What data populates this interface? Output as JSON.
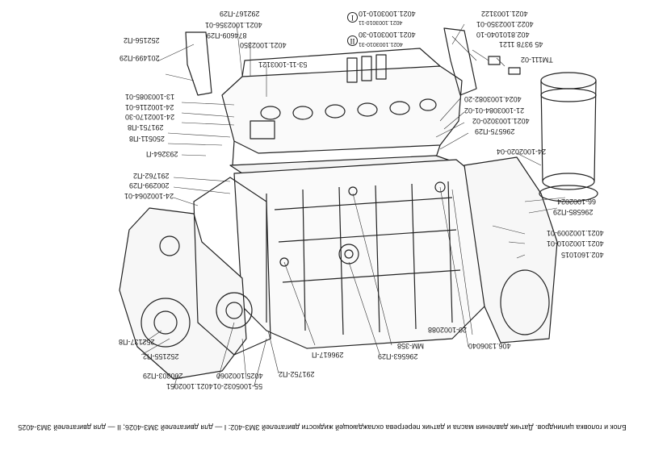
{
  "labels": {
    "l01": "292167-П29",
    "l02": "4021.1002356-01",
    "l03": "874609-П29",
    "l04": "4021.1002350",
    "l05": "53-11-1003121",
    "l06": "252156-П2",
    "l07": "201499-П29",
    "l08": "4021.1003122",
    "l09": "4022.1002350-01",
    "l10": "402.8101040-10",
    "l11": "45 9378 1121",
    "l12": "ТМ111-02",
    "l13": "13-1003085-01",
    "l14": "24-1002116-01",
    "l15": "24-1002170-30",
    "l16": "291751-П8",
    "l17": "250511-П8",
    "l18": "293264-П",
    "l19": "291762-П2",
    "l20": "200299-П29",
    "l21": "24-1002064-01",
    "l22": "4024.1003082-20",
    "l23": "21-1003084-01-02",
    "l24": "4021.1003020-02",
    "l25": "296575-П29",
    "l26": "24-1002020-04",
    "l27": "66-1002024",
    "l28": "296585-П29",
    "l29": "4021.1002009-01",
    "l30": "4021.1002010-01",
    "l31": "402.1601015",
    "l32": "20-1002088",
    "l33": "ММ-358",
    "l34": "406.1306040",
    "l35": "296617-П",
    "l36": "296563-П29",
    "l37": "291752-П2",
    "l38": "252137-П8",
    "l39": "252155-П2",
    "l40": "200303-П29",
    "l41": "4025.1002060",
    "l42": "4021.1002051",
    "l43": "55-1005032-01"
  },
  "variants": {
    "roman_1": "I",
    "roman_2": "II",
    "v1a": "4021.1003010-10",
    "v1b": "4021.1003010-11",
    "v2a": "4021.1003010-30",
    "v2b": "4021.1003010-31"
  },
  "caption": "Блок и головка цилиндров. Датчик давления масла и датчик перегрева охлаждающей жидкости двигателей ЗМЗ-402: I — для двигателей ЗМЗ-4026; II — для двигателей ЗМЗ-4025"
}
